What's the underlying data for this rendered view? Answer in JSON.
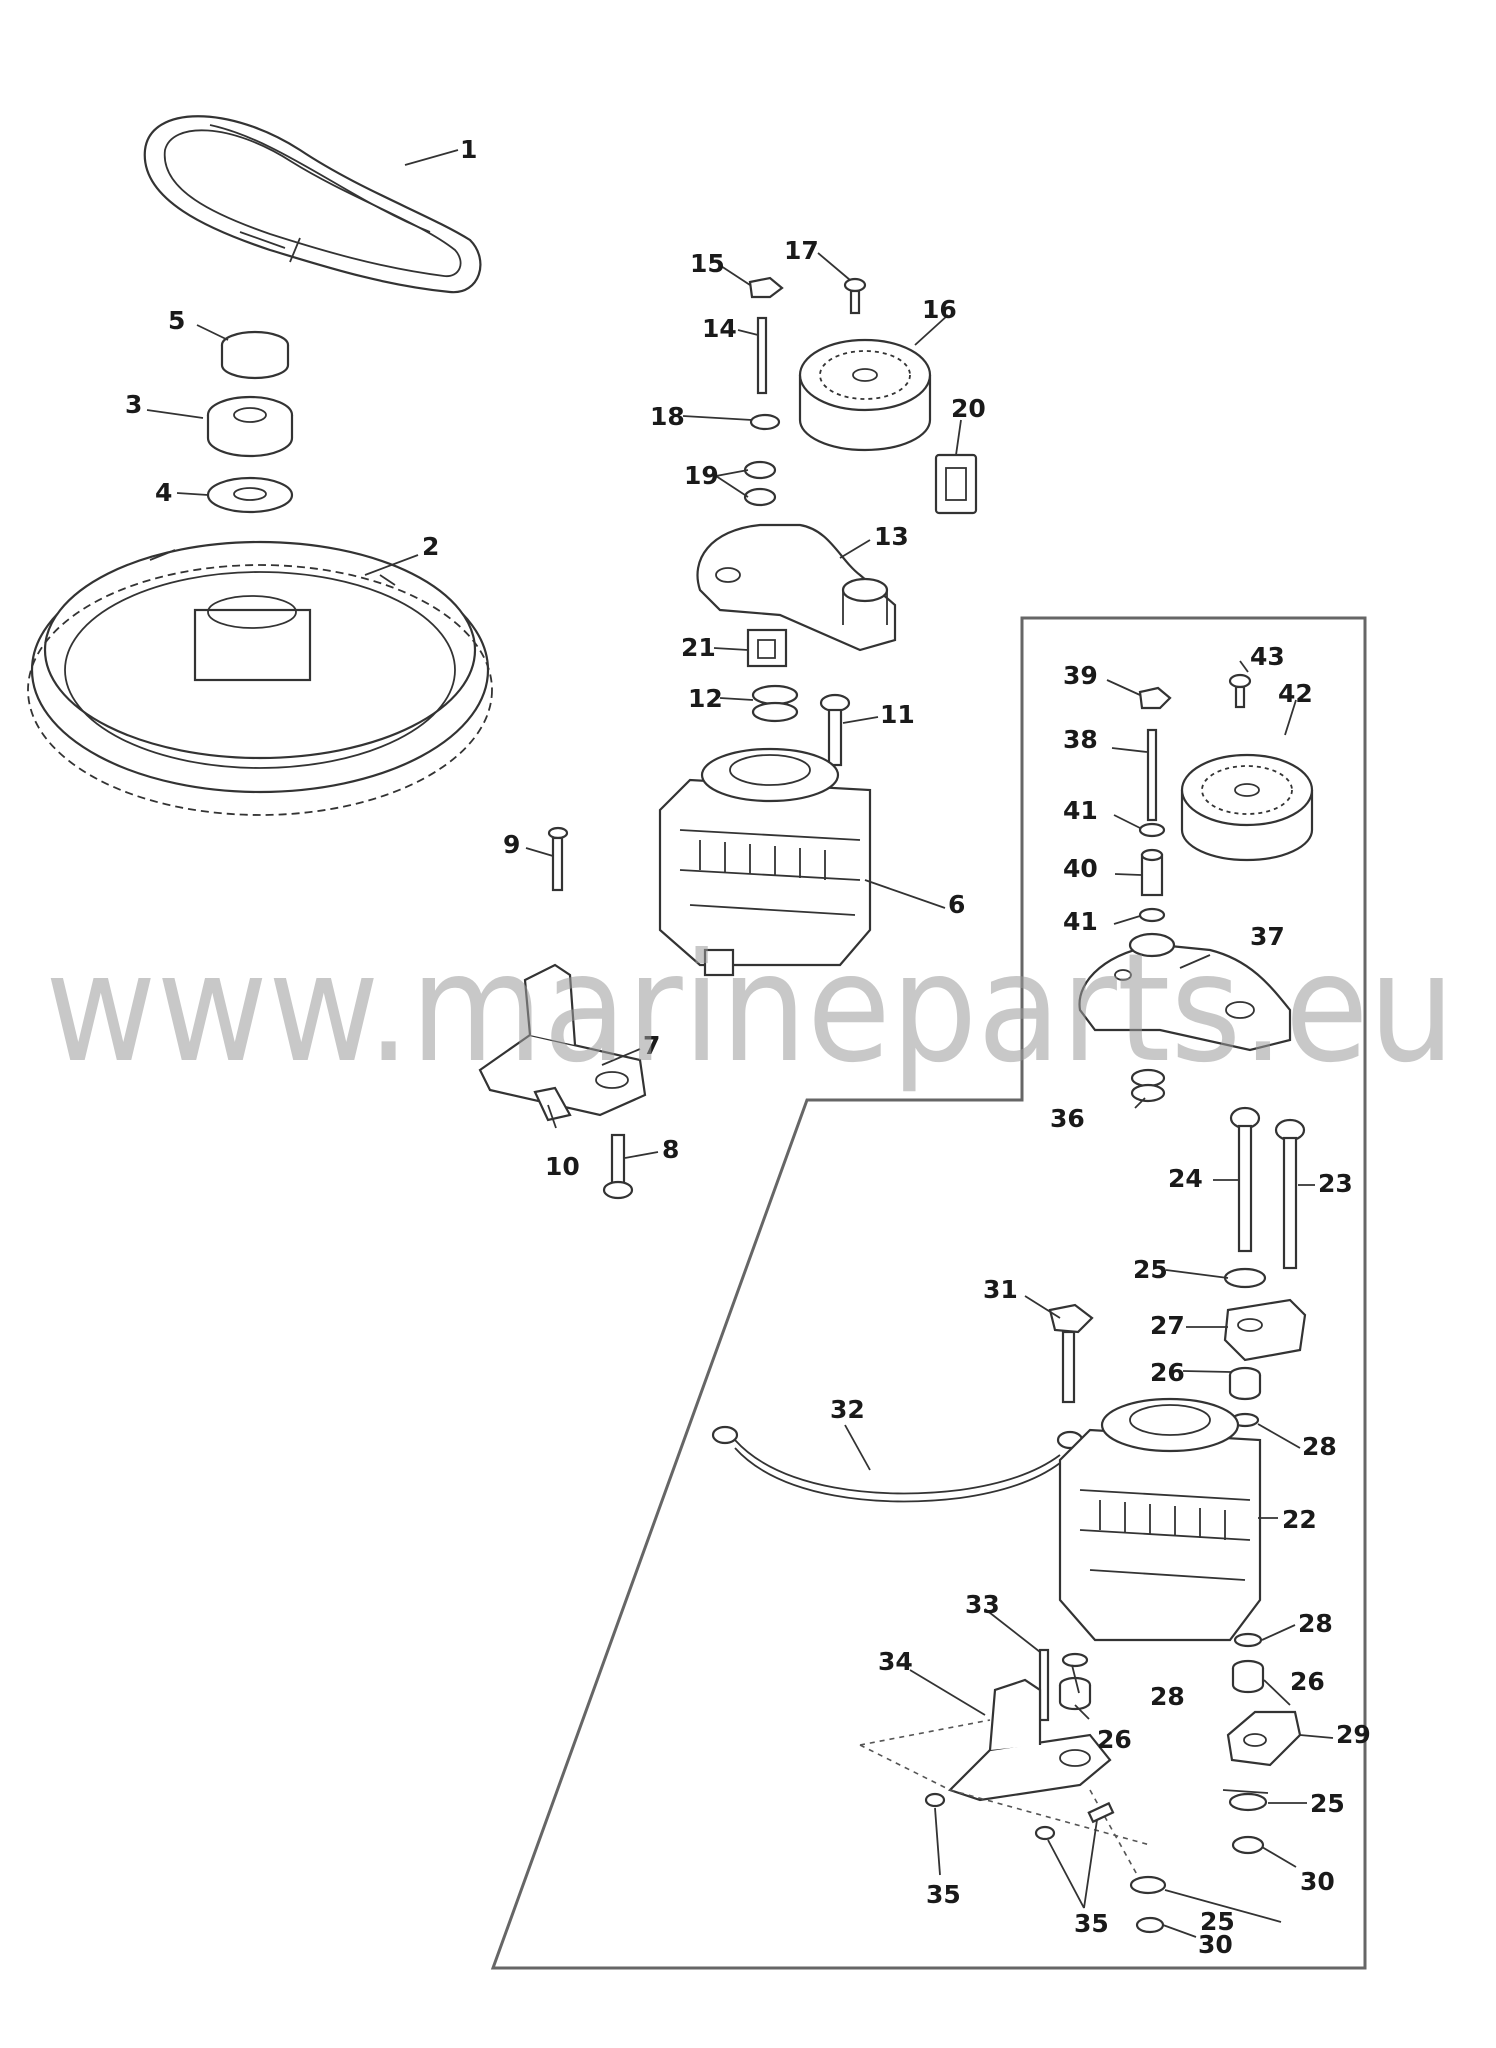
{
  "watermark": "www.marineparts.eu",
  "labels": {
    "p1": "1",
    "p2": "2",
    "p3": "3",
    "p4": "4",
    "p5": "5",
    "p6": "6",
    "p7": "7",
    "p8": "8",
    "p9": "9",
    "p10": "10",
    "p11": "11",
    "p12": "12",
    "p13": "13",
    "p14": "14",
    "p15": "15",
    "p16": "16",
    "p17": "17",
    "p18": "18",
    "p19": "19",
    "p20": "20",
    "p21": "21",
    "p22": "22",
    "p23": "23",
    "p24": "24",
    "p25a": "25",
    "p25b": "25",
    "p25c": "25",
    "p26a": "26",
    "p26b": "26",
    "p26c": "26",
    "p27": "27",
    "p28a": "28",
    "p28b": "28",
    "p28c": "28",
    "p29": "29",
    "p30a": "30",
    "p30b": "30",
    "p31": "31",
    "p32": "32",
    "p33": "33",
    "p34": "34",
    "p35a": "35",
    "p35b": "35",
    "p36": "36",
    "p37": "37",
    "p38": "38",
    "p39": "39",
    "p40": "40",
    "p41a": "41",
    "p41b": "41",
    "p42": "42",
    "p43": "43"
  }
}
